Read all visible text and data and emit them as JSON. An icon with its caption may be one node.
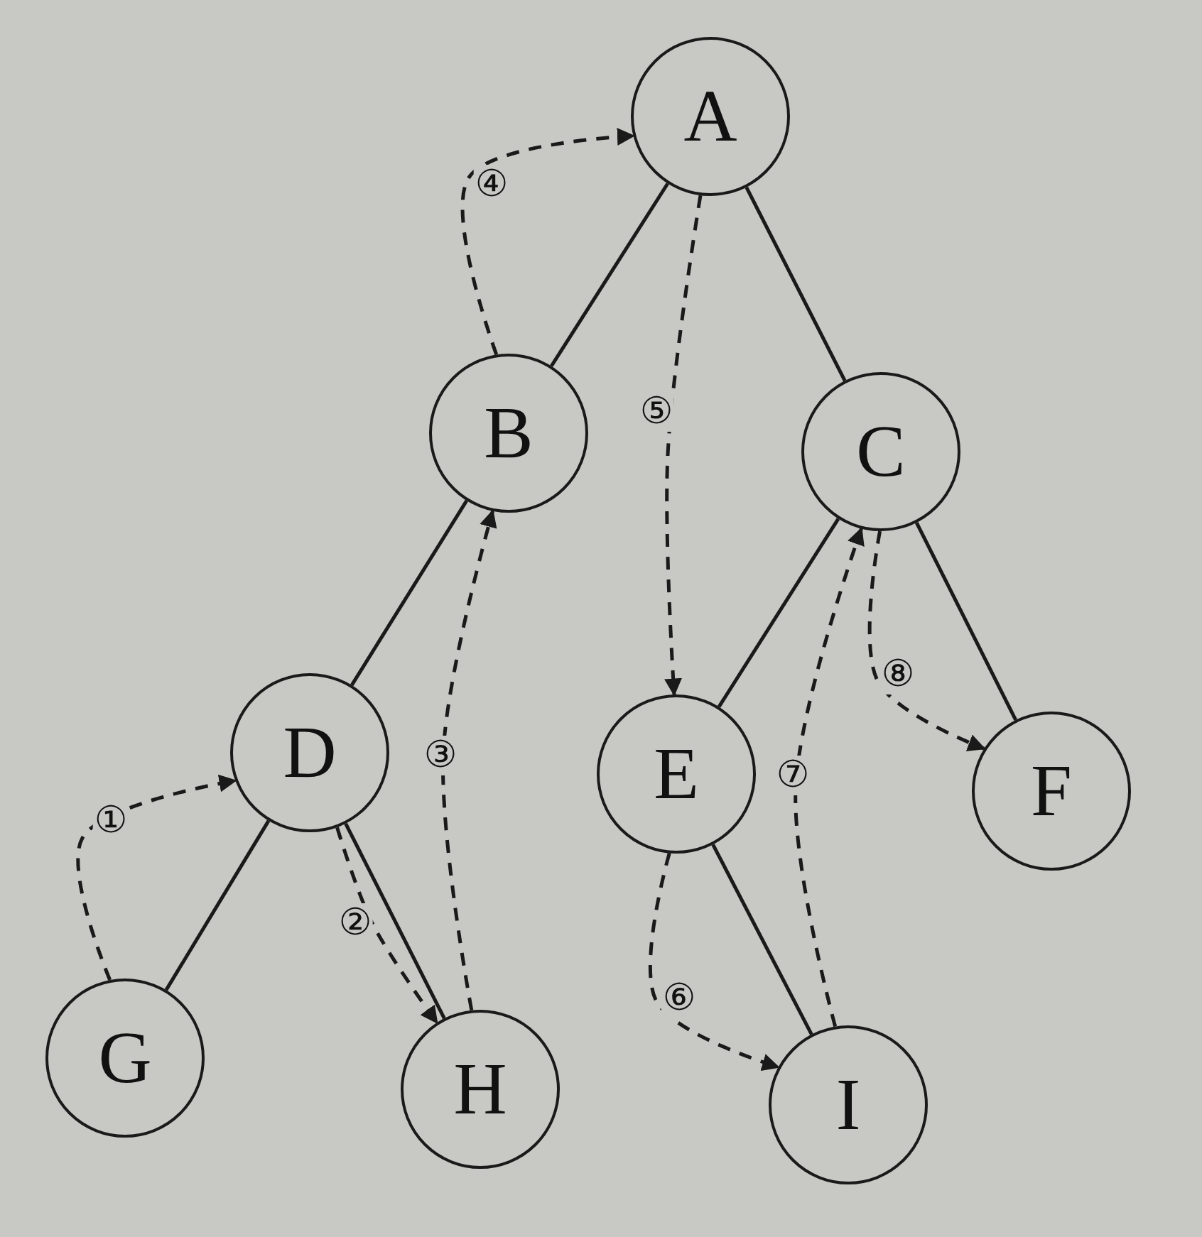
{
  "diagram": {
    "nodes": [
      {
        "text": [
          "A"
        ]
      },
      {
        "text": [
          "B"
        ]
      },
      {
        "text": [
          "C"
        ]
      },
      {
        "text": [
          "D"
        ]
      },
      {
        "text": [
          "E"
        ]
      },
      {
        "text": [
          "F"
        ]
      },
      {
        "text": [
          "G"
        ]
      },
      {
        "text": [
          "H"
        ]
      },
      {
        "text": [
          "I"
        ]
      }
    ],
    "edges": [
      {
        "from": 0,
        "to": 1,
        "arrow": "none"
      },
      {
        "from": 0,
        "to": 2,
        "arrow": "none"
      },
      {
        "from": 1,
        "to": 3,
        "arrow": "none"
      },
      {
        "from": 2,
        "to": 4,
        "arrow": "none"
      },
      {
        "from": 2,
        "to": 5,
        "arrow": "none"
      },
      {
        "from": 3,
        "to": 6,
        "arrow": "none"
      },
      {
        "from": 3,
        "to": 7,
        "arrow": "none"
      },
      {
        "from": 4,
        "to": 8,
        "arrow": "none"
      },
      {
        "from": 6,
        "to": 3,
        "arrow": "to",
        "style": "dashed",
        "label": "①"
      },
      {
        "from": 3,
        "to": 7,
        "arrow": "to",
        "style": "dashed",
        "label": "②"
      },
      {
        "from": 7,
        "to": 1,
        "arrow": "to",
        "style": "dashed",
        "label": "③"
      },
      {
        "from": 1,
        "to": 0,
        "arrow": "to",
        "style": "dashed",
        "label": "④"
      },
      {
        "from": 0,
        "to": 4,
        "arrow": "to",
        "style": "dashed",
        "label": "⑤"
      },
      {
        "from": 4,
        "to": 8,
        "arrow": "to",
        "style": "dashed",
        "label": "⑥"
      },
      {
        "from": 8,
        "to": 2,
        "arrow": "to",
        "style": "dashed",
        "label": "⑦"
      },
      {
        "from": 2,
        "to": 5,
        "arrow": "to",
        "style": "dashed",
        "label": "⑧"
      }
    ]
  }
}
